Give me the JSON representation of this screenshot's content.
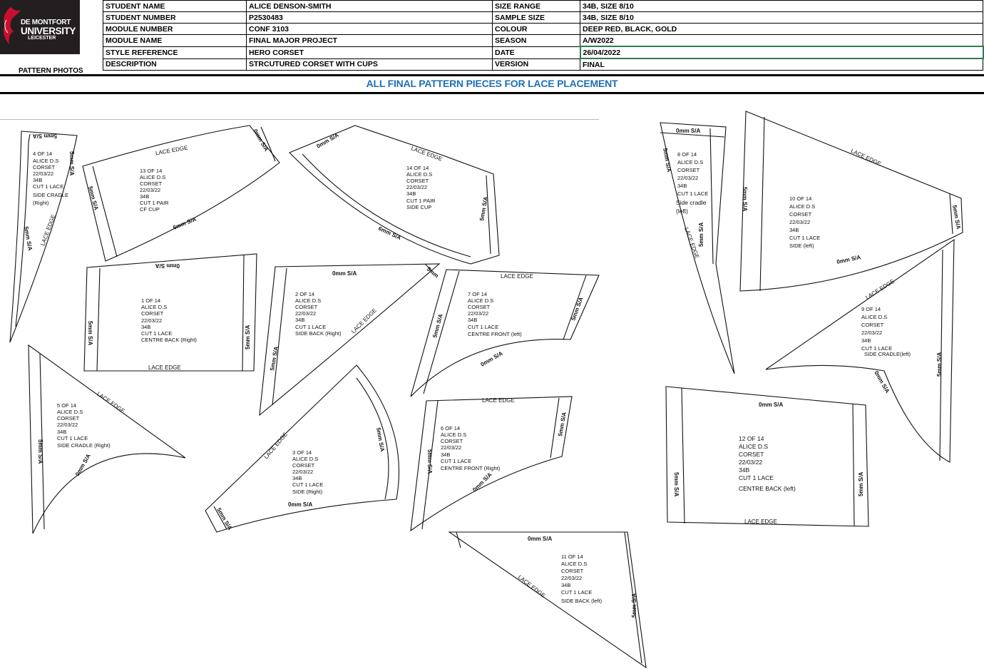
{
  "logo": {
    "line1": "DE MONTFORT",
    "line2": "UNIVERSITY",
    "line3": "LEICESTER"
  },
  "pattern_photos_label": "PATTERN PHOTOS",
  "header_rows": [
    {
      "k1": "STUDENT NAME",
      "v1": "ALICE DENSON-SMITH",
      "k2": "SIZE RANGE",
      "v2": "34B, SIZE 8/10"
    },
    {
      "k1": "STUDENT NUMBER",
      "v1": "P2530483",
      "k2": "SAMPLE SIZE",
      "v2": "34B, SIZE 8/10"
    },
    {
      "k1": "MODULE NUMBER",
      "v1": "CONF 3103",
      "k2": "COLOUR",
      "v2": "DEEP RED, BLACK, GOLD"
    },
    {
      "k1": "MODULE NAME",
      "v1": "FINAL MAJOR PROJECT",
      "k2": "SEASON",
      "v2": "A/W2022"
    },
    {
      "k1": "STYLE REFERENCE",
      "v1": "HERO CORSET",
      "k2": "DATE",
      "v2": "26/04/2022"
    },
    {
      "k1": "DESCRIPTION",
      "v1": "STRCUTURED CORSET WITH CUPS",
      "k2": "VERSION",
      "v2": "FINAL"
    }
  ],
  "banner": "ALL FINAL PATTERN PIECES FOR LACE PLACEMENT",
  "common": {
    "name": "ALICE D.S",
    "garment": "CORSET",
    "date": "22/03/22",
    "size": "34B",
    "cut_lace": "CUT 1 LACE",
    "cut_pair": "CUT 1 PAIR"
  },
  "labels": {
    "lace_edge": "LACE EDGE",
    "s5": "5mm S/A",
    "s0": "0mm S/A",
    "s6": "6mm S/A",
    "s0b": "0mm S/A"
  },
  "pieces": {
    "p1": {
      "id": "1 OF 14",
      "desc": "CENTRE BACK (Right)"
    },
    "p2": {
      "id": "2 OF 14",
      "desc": "SIDE BACK (Right)"
    },
    "p3": {
      "id": "3 OF 14",
      "desc": "SIDE  (Right)"
    },
    "p4": {
      "id": "4 OF 14",
      "desc": "SIDE CRADLE",
      "desc2": "(Right)"
    },
    "p5": {
      "id": "5 OF 14",
      "desc": "SIDE CRADLE (Right)"
    },
    "p6": {
      "id": "6 OF 14",
      "desc": "CENTRE FRONT (Right)"
    },
    "p7": {
      "id": "7 OF 14",
      "desc": "CENTRE FRONT (left)"
    },
    "p8": {
      "id": "8 OF 14",
      "desc": "Side cradle",
      "desc2": "(left)"
    },
    "p9": {
      "id": "9 OF 14",
      "desc": "SIDE CRADLE(left)"
    },
    "p10": {
      "id": "10 OF 14",
      "desc": "SIDE  (left)"
    },
    "p11": {
      "id": "11 OF 14",
      "desc": "SIDE BACK (left)"
    },
    "p12": {
      "id": "12 OF 14",
      "desc": "CENTRE BACK (left)"
    },
    "p13": {
      "id": "13 OF 14",
      "desc": "CF CUP"
    },
    "p14": {
      "id": "14 OF 14",
      "desc": "SIDE CUP"
    }
  }
}
